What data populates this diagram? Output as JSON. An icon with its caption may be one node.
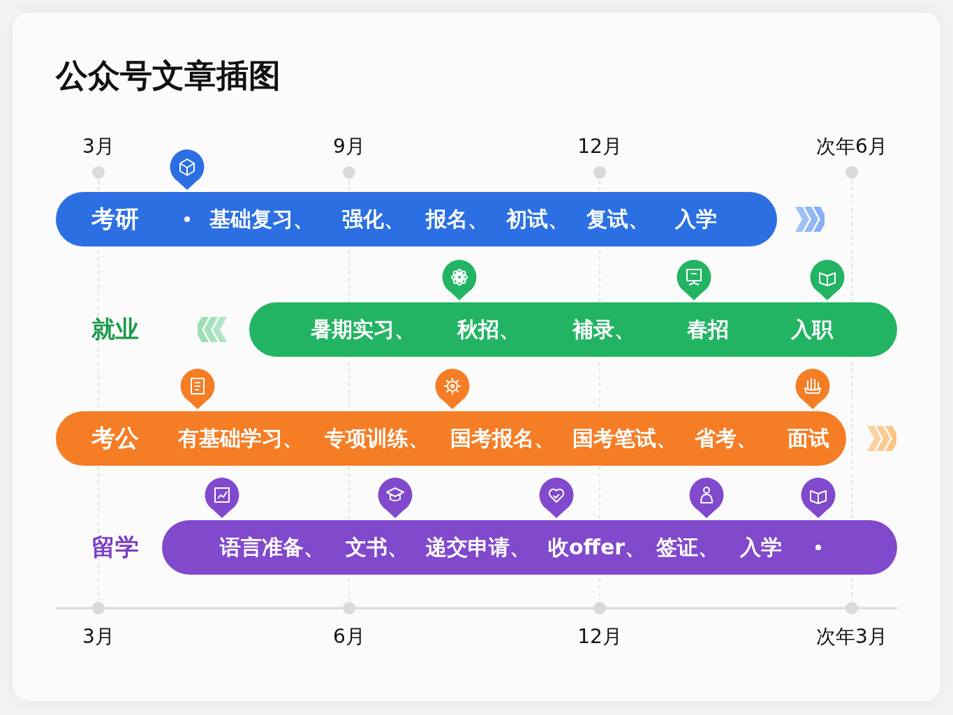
{
  "diagram": {
    "title": "公众号文章插图",
    "nodes": [
      {
        "text": [
          "考研",
          "基础复习、",
          "强化、",
          "报名、",
          "初试、",
          "复试、",
          "入学"
        ]
      },
      {
        "text": [
          "暑期实习、",
          "秋招、",
          "補录、",
          "春招",
          "入职"
        ]
      },
      {
        "text": [
          "考公",
          "有基础学习、",
          "专项训练、",
          "国考报名、",
          "国考笔试、",
          "省考、",
          "面试"
        ]
      },
      {
        "text": [
          "语言准备、",
          "文书、",
          "递交申请、",
          "收offer、",
          "签证、",
          "入学"
        ]
      }
    ],
    "labels": [
      "3月",
      "9月",
      "12月",
      "次年6月",
      "就业",
      "留学",
      "3月",
      "6月",
      "12月",
      "次年3月"
    ]
  }
}
